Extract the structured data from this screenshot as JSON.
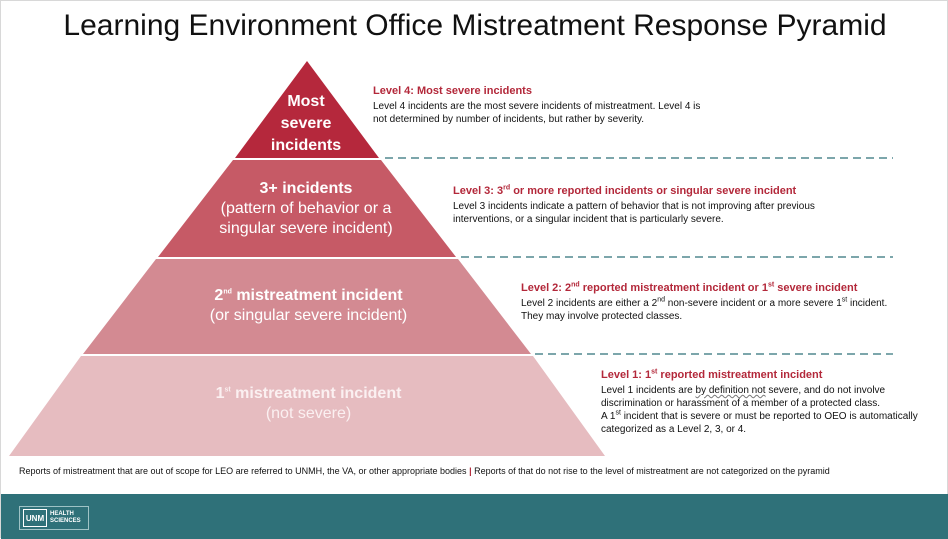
{
  "title": "Learning Environment Office Mistreatment Response Pyramid",
  "colors": {
    "level4": "#b5283c",
    "level3": "#c65a66",
    "level2": "#d38a92",
    "level1": "#e6bcc0",
    "heading": "#b3283a",
    "bar": "#2f7179",
    "dash": "#2f7179"
  },
  "tiers": {
    "level4": {
      "line1": "Most",
      "line2": "severe",
      "line3": "incidents"
    },
    "level3": {
      "line1": "3+ incidents",
      "line2": "(pattern of behavior or a",
      "line3": "singular severe incident)"
    },
    "level2": {
      "line1_pre": "2",
      "line1_sup": "nd",
      "line1_post": " mistreatment incident",
      "line2": "(or singular severe incident)"
    },
    "level1": {
      "line1_pre": "1",
      "line1_sup": "st",
      "line1_post": " mistreatment incident",
      "line2": "(not severe)"
    }
  },
  "descriptions": {
    "level4": {
      "heading": "Level 4: Most severe incidents",
      "body": "Level 4 incidents are the most severe incidents of mistreatment. Level 4 is not determined by number of incidents, but rather by severity."
    },
    "level3": {
      "heading_pre": "Level 3: 3",
      "heading_sup": "rd",
      "heading_post": " or more reported incidents or singular severe incident",
      "body": "Level 3 incidents indicate a pattern of behavior that is not improving after previous interventions, or a singular incident that is particularly severe."
    },
    "level2": {
      "heading_a": "Level 2: 2",
      "heading_sup1": "nd",
      "heading_b": " reported mistreatment incident or 1",
      "heading_sup2": "st",
      "heading_c": " severe incident",
      "body_a": "Level 2 incidents are either a 2",
      "body_sup1": "nd",
      "body_b": " non-severe incident or a more severe 1",
      "body_sup2": "st",
      "body_c": " incident. They may involve protected classes."
    },
    "level1": {
      "heading_pre": "Level 1: 1",
      "heading_sup": "st",
      "heading_post": " reported mistreatment incident",
      "body_a": "Level 1 incidents are ",
      "body_b": "by definition not",
      "body_c": " severe, and do not involve discrimination or harassment of a member of a protected class.",
      "body_d": "A 1",
      "body_sup": "st",
      "body_e": " incident that is severe or must be reported to OEO is automatically categorized as a Level 2, 3, or 4."
    }
  },
  "footer_note": {
    "left": "Reports of mistreatment that are out of scope for LEO are referred to UNMH, the VA, or other appropriate bodies",
    "separator": "|",
    "right": "Reports of that do not rise to the level of mistreatment are not categorized on the pyramid"
  },
  "logo": {
    "mark": "UNM",
    "line1": "HEALTH",
    "line2": "SCIENCES"
  }
}
